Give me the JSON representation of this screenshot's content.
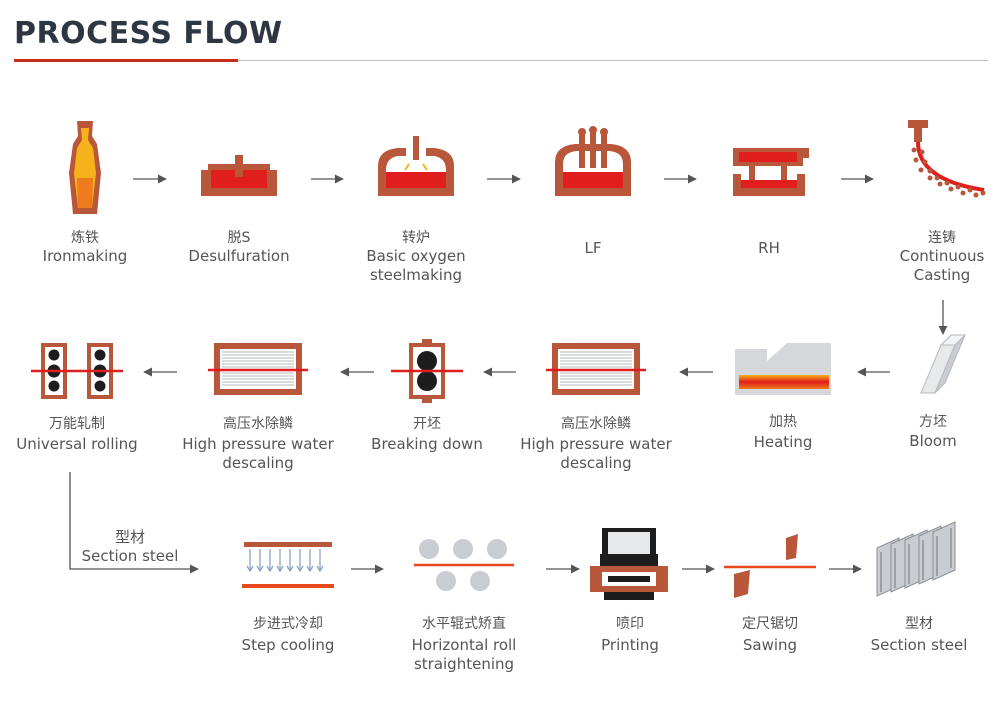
{
  "header": {
    "title": "PROCESS FLOW"
  },
  "steps": [
    {
      "cn": "炼铁",
      "en": "Ironmaking",
      "icon": "ladle-icon"
    },
    {
      "cn": "脱S",
      "en": "Desulfuration",
      "icon": "desulfuration-vessel-icon"
    },
    {
      "cn": "转炉",
      "en": "Basic oxygen steelmaking",
      "icon": "converter-icon"
    },
    {
      "cn": "",
      "en": "LF",
      "icon": "ladle-furnace-icon"
    },
    {
      "cn": "",
      "en": "RH",
      "icon": "rh-degasser-icon"
    },
    {
      "cn": "连铸",
      "en": "Continuous Casting",
      "icon": "continuous-caster-icon"
    },
    {
      "cn": "方坯",
      "en": "Bloom",
      "icon": "bloom-icon"
    },
    {
      "cn": "加热",
      "en": "Heating",
      "icon": "reheating-furnace-icon"
    },
    {
      "cn": "高压水除鳞",
      "en": "High pressure water descaling",
      "icon": "descaler-icon"
    },
    {
      "cn": "开坯",
      "en": "Breaking down",
      "icon": "breakdown-mill-icon"
    },
    {
      "cn": "高压水除鳞",
      "en": "High pressure water descaling",
      "icon": "descaler-icon"
    },
    {
      "cn": "万能轧制",
      "en": "Universal rolling",
      "icon": "universal-mill-icon"
    },
    {
      "cn": "步进式冷却",
      "en": "Step cooling",
      "icon": "cooling-bed-icon"
    },
    {
      "cn": "水平辊式矫直",
      "en": "Horizontal roll straightening",
      "icon": "roll-straightener-icon"
    },
    {
      "cn": "喷印",
      "en": "Printing",
      "icon": "printer-icon"
    },
    {
      "cn": "定尺锯切",
      "en": "Sawing",
      "icon": "saw-icon"
    },
    {
      "cn": "型材",
      "en": "Section steel",
      "icon": "section-steel-icon"
    }
  ],
  "branch": {
    "cn": "型材",
    "en": "Section steel"
  },
  "colors": {
    "brown": "#b9573a",
    "red": "#e01e1e",
    "orange": "#f07b1e",
    "gray": "#c9ccd0",
    "title": "#2e3641",
    "accent_rule": "#c52b1f",
    "arrow": "#555555"
  }
}
